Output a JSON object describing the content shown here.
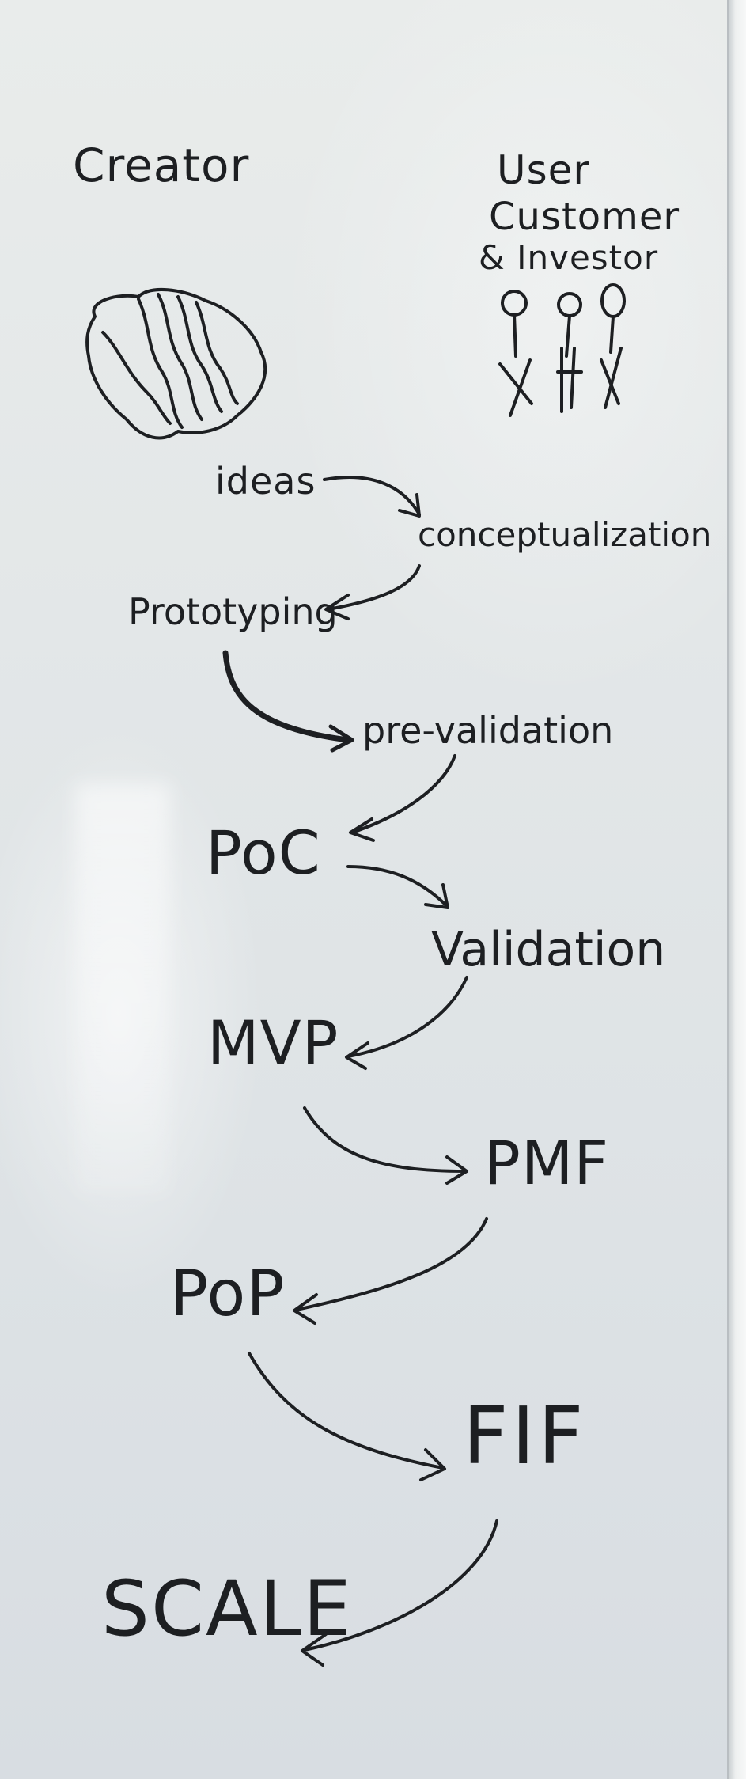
{
  "board": {
    "labels": {
      "creator": "Creator",
      "audience_line1": "User",
      "audience_line2": "Customer",
      "audience_line3": "& Investor",
      "ideas": "ideas",
      "conceptualization": "conceptualization",
      "prototyping": "Prototyping",
      "pre_validation": "pre-validation",
      "poc": "PoC",
      "validation": "Validation",
      "mvp": "MVP",
      "pmf": "PMF",
      "pop": "PoP",
      "fif": "FIF",
      "scale": "SCALE"
    },
    "sketch_icons": [
      "brain-icon",
      "stick-figures-icon"
    ],
    "ink_color": "#1d1f22"
  }
}
